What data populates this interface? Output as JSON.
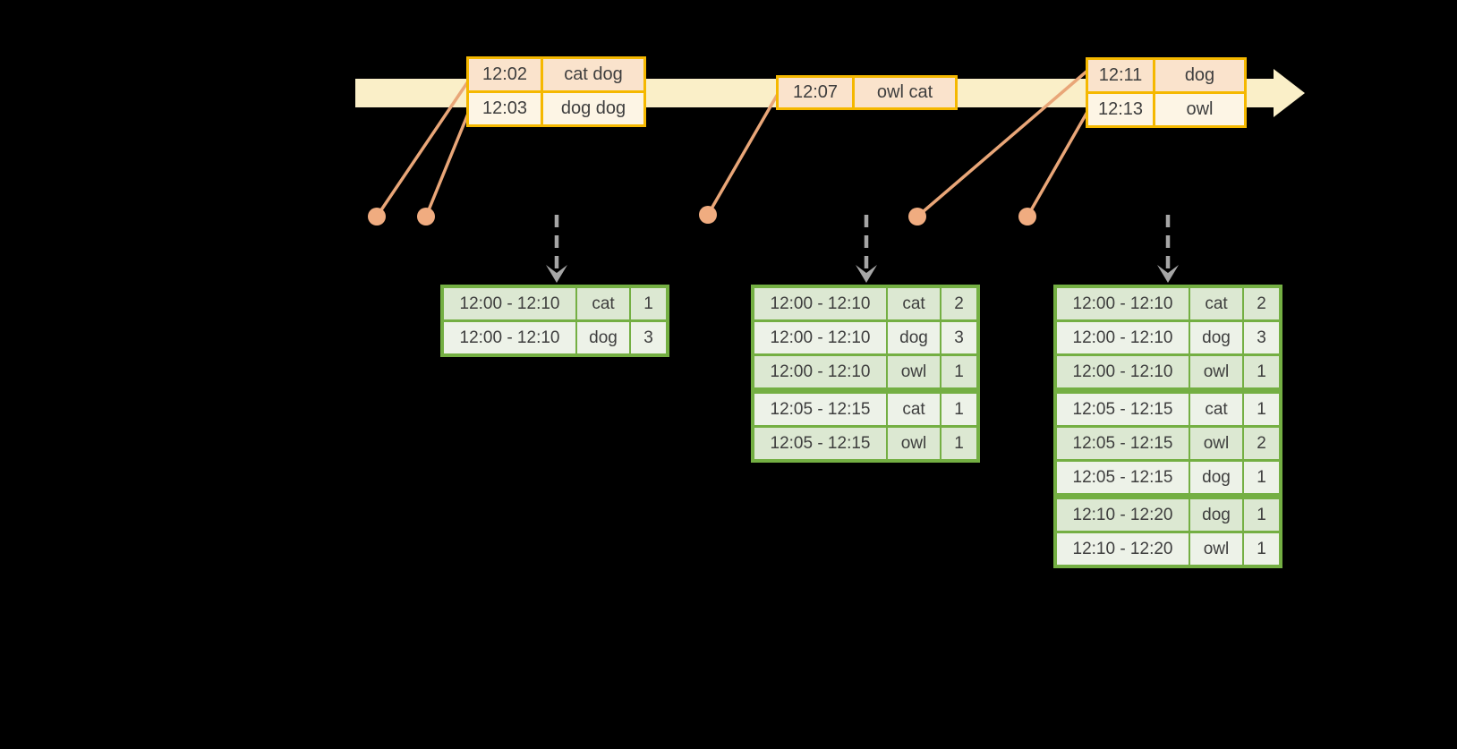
{
  "palette": {
    "text": "#3E3E3E",
    "timeline_band": "#FAEFC8",
    "event_border": "#F5B800",
    "event_row_dark": "#FAE3CC",
    "event_row_light": "#FDF5E5",
    "connector": "#E9A678",
    "dot_fill": "#F0AC80",
    "dashed_arrow": "#A6A6A6",
    "result_border": "#74AF43",
    "result_row_dark": "#DCE8D2",
    "result_row_light": "#EDF2E8"
  },
  "icons": {
    "timeline_arrowhead": "right-arrow",
    "dashed_arrowhead": "down-chevron"
  },
  "event_tables": [
    {
      "name": "event-table-1",
      "rows": [
        [
          "12:02",
          "cat dog"
        ],
        [
          "12:03",
          "dog dog"
        ]
      ]
    },
    {
      "name": "event-table-2",
      "rows": [
        [
          "12:07",
          "owl cat"
        ]
      ]
    },
    {
      "name": "event-table-3",
      "rows": [
        [
          "12:11",
          "dog"
        ],
        [
          "12:13",
          "owl"
        ]
      ]
    }
  ],
  "result_tables": [
    {
      "name": "result-table-1",
      "groups": [
        2
      ],
      "rows": [
        [
          "12:00 - 12:10",
          "cat",
          "1"
        ],
        [
          "12:00 - 12:10",
          "dog",
          "3"
        ]
      ]
    },
    {
      "name": "result-table-2",
      "groups": [
        3,
        2
      ],
      "rows": [
        [
          "12:00 - 12:10",
          "cat",
          "2"
        ],
        [
          "12:00 - 12:10",
          "dog",
          "3"
        ],
        [
          "12:00 - 12:10",
          "owl",
          "1"
        ],
        [
          "12:05 - 12:15",
          "cat",
          "1"
        ],
        [
          "12:05 - 12:15",
          "owl",
          "1"
        ]
      ]
    },
    {
      "name": "result-table-3",
      "groups": [
        3,
        3,
        2
      ],
      "rows": [
        [
          "12:00 - 12:10",
          "cat",
          "2"
        ],
        [
          "12:00 - 12:10",
          "dog",
          "3"
        ],
        [
          "12:00 - 12:10",
          "owl",
          "1"
        ],
        [
          "12:05 - 12:15",
          "cat",
          "1"
        ],
        [
          "12:05 - 12:15",
          "owl",
          "2"
        ],
        [
          "12:05 - 12:15",
          "dog",
          "1"
        ],
        [
          "12:10 - 12:20",
          "dog",
          "1"
        ],
        [
          "12:10 - 12:20",
          "owl",
          "1"
        ]
      ]
    }
  ]
}
